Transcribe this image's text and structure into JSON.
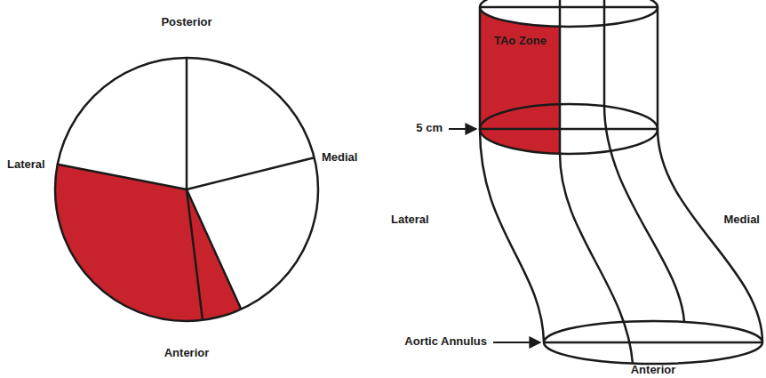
{
  "diagram": {
    "nodes": [
      {
        "text": [
          "TAo Zone"
        ]
      }
    ],
    "labels": [
      "Posterior",
      "Lateral",
      "Medial",
      "Anterior",
      "5 cm",
      "Lateral",
      "Medial",
      "Aortic Annulus",
      "Anterior"
    ]
  }
}
